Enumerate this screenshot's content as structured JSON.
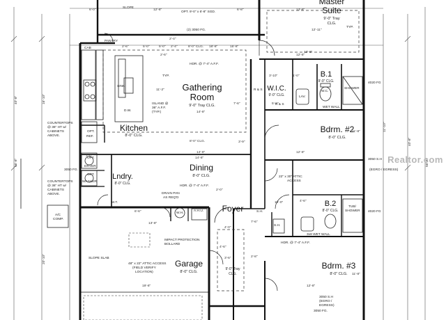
{
  "rooms": {
    "master_suite": {
      "title": "Master",
      "title2": "Suite",
      "ceiling": "9'-0\" Tray",
      "ceiling2": "CLG."
    },
    "gathering_room": {
      "title": "Gathering",
      "title2": "Room",
      "ceiling": "9'-0\" Tray CLG."
    },
    "kitchen": {
      "title": "Kitchen",
      "ceiling": "8'-0\" CLG."
    },
    "wic": {
      "title": "W.I.C.",
      "ceiling": "9'-0\" CLG."
    },
    "b1": {
      "title": "B.1",
      "ceiling": "9'-0\" CLG."
    },
    "bdrm2": {
      "title": "Bdrm. #2",
      "ceiling": "8'-0\" CLG."
    },
    "dining": {
      "title": "Dining",
      "ceiling": "8'-0\" CLG."
    },
    "lndry": {
      "title": "Lndry.",
      "ceiling": "8'-0\" CLG."
    },
    "b2": {
      "title": "B.2",
      "ceiling": "8'-0\" CLG."
    },
    "garage": {
      "title": "Garage",
      "ceiling": "8'-0\" CLG."
    },
    "foyer": {
      "title": "Foyer",
      "ceiling": "9'-0\" Tray",
      "ceiling2": "CLG."
    },
    "bdrm3": {
      "title": "Bdrm. #3",
      "ceiling": "8'-0\" CLG."
    }
  },
  "notes": {
    "hdr_top": "HDR. @ 7'-4\" A.F.F.",
    "hdr_mid": "HDR. @ 7'-4\" A.F.F.",
    "hdr_bot": "HDR. @ 7'-4\" A.F.F.",
    "island": "ISLAND @",
    "island2": "36\" A.F.F.",
    "island3": "(TYP.)",
    "countertops_top": "COUNTERTOPS",
    "countertops_top2": "@ 36\" HT w/",
    "countertops_top3": "CABINETS",
    "countertops_top4": "ABOVE.",
    "countertops_bot": "COUNTERTOPS",
    "countertops_bot2": "@ 36\" HT w/",
    "countertops_bot3": "CABINETS",
    "countertops_bot4": "ABOVE.",
    "attic_top": "22\" x 30\" ATTIC",
    "attic_top2": "ACCESS",
    "attic_bot": "48\" x 22\" ATTIC ACCESS",
    "attic_bot2": "(FIELD VERIFY",
    "attic_bot3": "LOCATION)",
    "impact": "IMPACT PROTECTION",
    "impact2": "BOLLARD",
    "drain": "DRAIN PAN",
    "drain2": "AS REQ'D",
    "ac": "A/C",
    "ac2": "COMP.",
    "wet_wall_top": "WET WALL",
    "wet_wall_bot": "3x8 WET WALL",
    "shower_top": "SHOWER",
    "tub": "TUB/",
    "tub2": "SHOWER",
    "lav": "LAV.",
    "wc": "W.C.",
    "rs": "R & S",
    "rs2": "R & S",
    "sh": "S.H.",
    "sh2": "S.H.",
    "dw": "D.W.",
    "sink": "SINK",
    "cab": "CAB",
    "pantry": "PANTRY",
    "opt_ref": "OPT.",
    "opt_ref2": "REF.",
    "opt_dryer": "OPT.",
    "opt_dryer2": "DRYER",
    "opt_washer": "OPT.",
    "opt_washer2": "WASHER",
    "wh": "W.H.",
    "ahu": "A.H.U.",
    "mt": "M.T.",
    "slope_top": "SLOPE",
    "slope_bot": "SLOPE SLAB",
    "opt_top": "OPT. 9'-0\" x 6'-8\" SGD.",
    "fg_top": "(2) 3050 FG.",
    "fg_left": "3050 FG.",
    "sh_bottom": "3050 S.H",
    "sh_bottom2": "(EGRO /",
    "sh_bottom3": "EGRESS)",
    "fg_bottom": "3050 FG.",
    "egress_right": "(EGRO / EGRESS)",
    "fg_right1": "4020 FG",
    "fg_right2": "4020 FG",
    "sh_right": "3050 S.H",
    "typ": "TYP.",
    "typ2": "TYP."
  },
  "dims": {
    "top": [
      "6'-0\"",
      "12'-8\"",
      "6'-8\"",
      "13'-8\""
    ],
    "row2": [
      "2'-6\"",
      "5'-0\"",
      "5'-0\"",
      "2'-4\"",
      "8'-0\" CLG.",
      "18'-8\"",
      "15'-8\""
    ],
    "gather_w": "14'-8\"",
    "gather_h": "11'-2\"",
    "gather_clg": "8'-0\" CLG.",
    "kitchen_w": "14'-8\"",
    "bdrm2_w": "12'-8\"",
    "bdrm2_h": "11'-8\"",
    "dining_w": "14'-8\"",
    "garage_w": "13'-8\"",
    "garage_w2": "19'-8\"",
    "foyer_w": "4'-0\"",
    "foyer_h": "3'-6\"",
    "bdrm3_w": "12'-8\"",
    "bdrm3_h": "11'-8\"",
    "master_w": "13'-8\"",
    "master_h": "12'-11\"",
    "left_v": [
      "16'-10\"",
      "40'-8\"",
      "20'-10\""
    ],
    "far_left_v": "56'-8\"",
    "right_v": [
      "11'-10\"",
      "40'-8\""
    ],
    "far_right_v": "56'-8\"",
    "misc": [
      "2'-4\"",
      "7'-6\"",
      "5'-6\"",
      "7'-6\"",
      "3'-10\"",
      "1'-0\"",
      "3'-0\"",
      "2'-0\"",
      "4'-6\"",
      "6'-6\"",
      "4'-6\"",
      "2'-8\"",
      "3'-9\"",
      "15'-0\"",
      "2'-6\"",
      "12'-8\""
    ]
  },
  "watermark": "Realtor.com"
}
